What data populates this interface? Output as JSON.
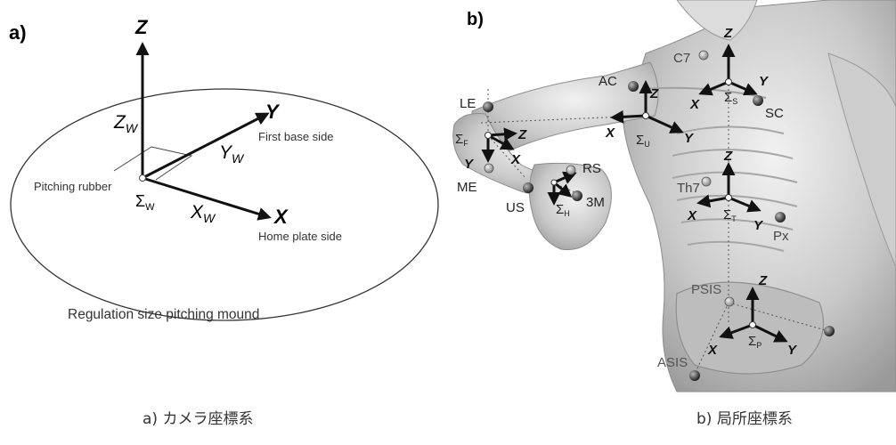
{
  "panel_a": {
    "panel_label": "a)",
    "axis_z": "Z",
    "axis_y": "Y",
    "axis_x": "X",
    "label_zw": "Z",
    "label_yw": "Y",
    "label_xw": "X",
    "sub_w": "W",
    "first_base": "First base side",
    "home_plate": "Home plate side",
    "pitching_rubber": "Pitching rubber",
    "sigma": "Σ",
    "mound_caption": "Regulation size pitching mound"
  },
  "panel_b": {
    "panel_label": "b)",
    "markers": {
      "c7": "C7",
      "ac": "AC",
      "sc": "SC",
      "le": "LE",
      "me": "ME",
      "rs": "RS",
      "us": "US",
      "m3": "3M",
      "th7": "Th7",
      "px": "Px",
      "psis": "PSIS",
      "asis": "ASIS"
    },
    "sigma": "Σ",
    "frames": {
      "s": "S",
      "u": "U",
      "f": "F",
      "h": "H",
      "t": "T",
      "p": "P"
    },
    "axis_x": "X",
    "axis_y": "Y",
    "axis_z": "Z"
  },
  "captions": {
    "a": "a) カメラ座標系",
    "b": "b) 局所座標系"
  }
}
